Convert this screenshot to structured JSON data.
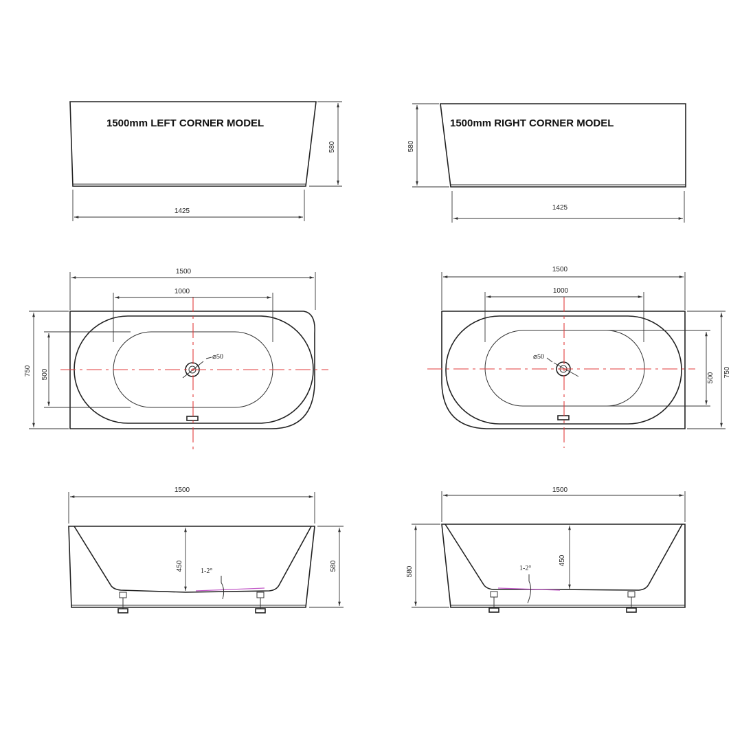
{
  "titles": {
    "left": "1500mm LEFT CORNER MODEL",
    "right": "1500mm RIGHT CORNER MODEL"
  },
  "dimensions": {
    "end_height": "580",
    "base_length": "1425",
    "overall_length": "1500",
    "inner_length": "1000",
    "overall_width": "750",
    "inner_width": "500",
    "waste_diameter": "⌀50",
    "inner_depth": "450",
    "floor_slope": "1-2°"
  },
  "colors": {
    "outline": "#222222",
    "centerline": "#e23a3a",
    "slope_line": "#c25ac8"
  }
}
